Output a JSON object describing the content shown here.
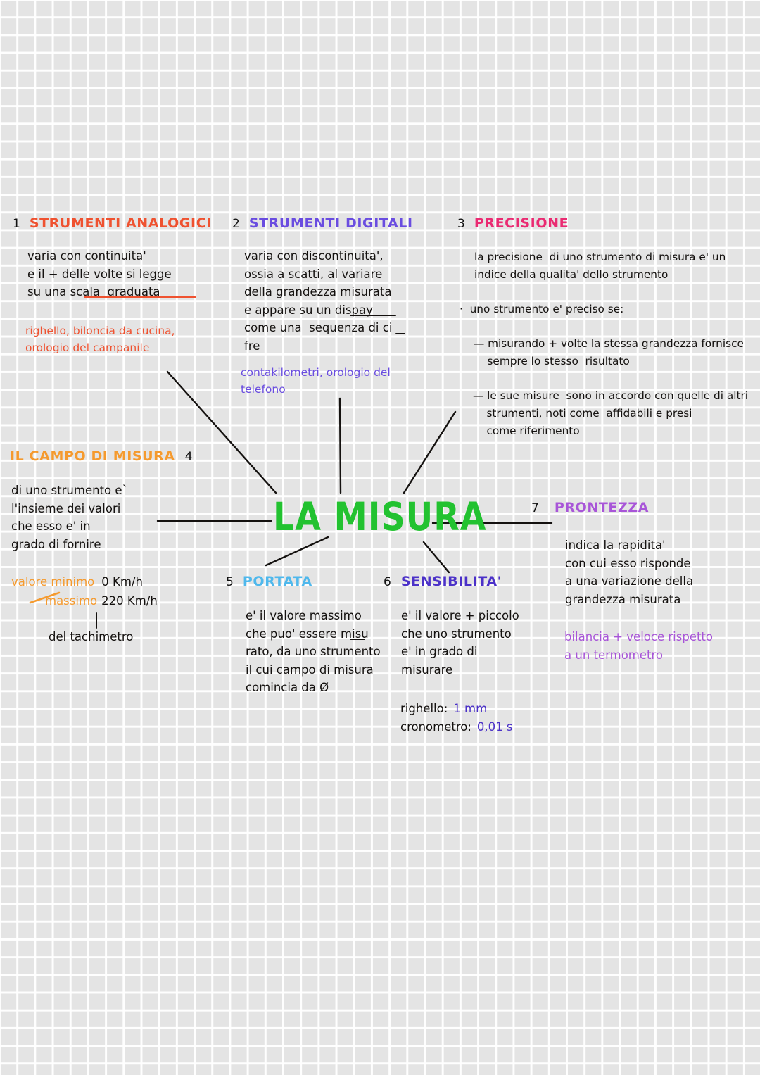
{
  "page": {
    "title": "LA MISURA",
    "title_color": "#22c230",
    "background": "#e4e4e4",
    "grid_line_color": "#ffffff"
  },
  "colors": {
    "red": "#ef5230",
    "violet": "#6a4de0",
    "pink": "#ea2b72",
    "orange": "#f59a2e",
    "skyblue": "#4fb8ec",
    "indigo": "#4b31c8",
    "purple": "#a855d8",
    "black": "#14110f",
    "green": "#22c230"
  },
  "nodes": {
    "analogici": {
      "number": "1",
      "heading": "STRUMENTI ANALOGICI",
      "heading_color": "#ef5230",
      "body": "varia con continuita'\ne il + delle volte si legge\nsu una scala  graduata",
      "example": "righello, biloncia da cucina,\norologio del campanile",
      "example_color": "#ef5230"
    },
    "digitali": {
      "number": "2",
      "heading": "STRUMENTI DIGITALI",
      "heading_color": "#6a4de0",
      "body": "varia con discontinuita',\nossia a scatti, al variare\ndella grandezza misurata\ne appare su un dispay\ncome una  sequenza di ci\nfre",
      "example": "contakilometri, orologio del\ntelefono",
      "example_color": "#6a4de0"
    },
    "precisione": {
      "number": "3",
      "heading": "PRECISIONE",
      "heading_color": "#ea2b72",
      "body": "la precisione  di uno strumento di misura e' un\nindice della qualita' dello strumento",
      "bullet": "·  uno strumento e' preciso se:",
      "dash_items": [
        "— misurando + volte la stessa grandezza fornisce\n    sempre lo stesso  risultato",
        "— le sue misure  sono in accordo con quelle di altri\n    strumenti, noti come  affidabili e presi\n    come riferimento"
      ]
    },
    "campo": {
      "number": "4",
      "heading": "IL CAMPO DI MISURA",
      "heading_color": "#f59a2e",
      "body": "di uno strumento e`\nl'insieme dei valori\nche esso e' in\ngrado di fornire",
      "range_label_min": "valore minimo",
      "range_value_min": "0 Km/h",
      "range_label_max": "massimo",
      "range_value_max": "220 Km/h",
      "range_source": "del tachimetro",
      "range_label_color": "#f59a2e"
    },
    "portata": {
      "number": "5",
      "heading": "PORTATA",
      "heading_color": "#4fb8ec",
      "body": "e' il valore massimo\nche puo' essere misu\nrato, da uno strumento\nil cui campo di misura\ncomincia da Ø"
    },
    "sensibilita": {
      "number": "6",
      "heading": "SENSIBILITA'",
      "heading_color": "#4b31c8",
      "body": "e' il valore + piccolo\nche uno strumento\ne' in grado di\nmisurare",
      "examples": [
        {
          "label": "righello:",
          "value": "1 mm"
        },
        {
          "label": "cronometro:",
          "value": "0,01 s"
        }
      ],
      "example_value_color": "#4b31c8"
    },
    "prontezza": {
      "number": "7",
      "heading": "PRONTEZZA",
      "heading_color": "#a855d8",
      "body": "indica la rapidita'\ncon cui esso risponde\na una variazione della\ngrandezza misurata",
      "example": "bilancia + veloce rispetto\na un termometro",
      "example_color": "#a855d8"
    }
  }
}
